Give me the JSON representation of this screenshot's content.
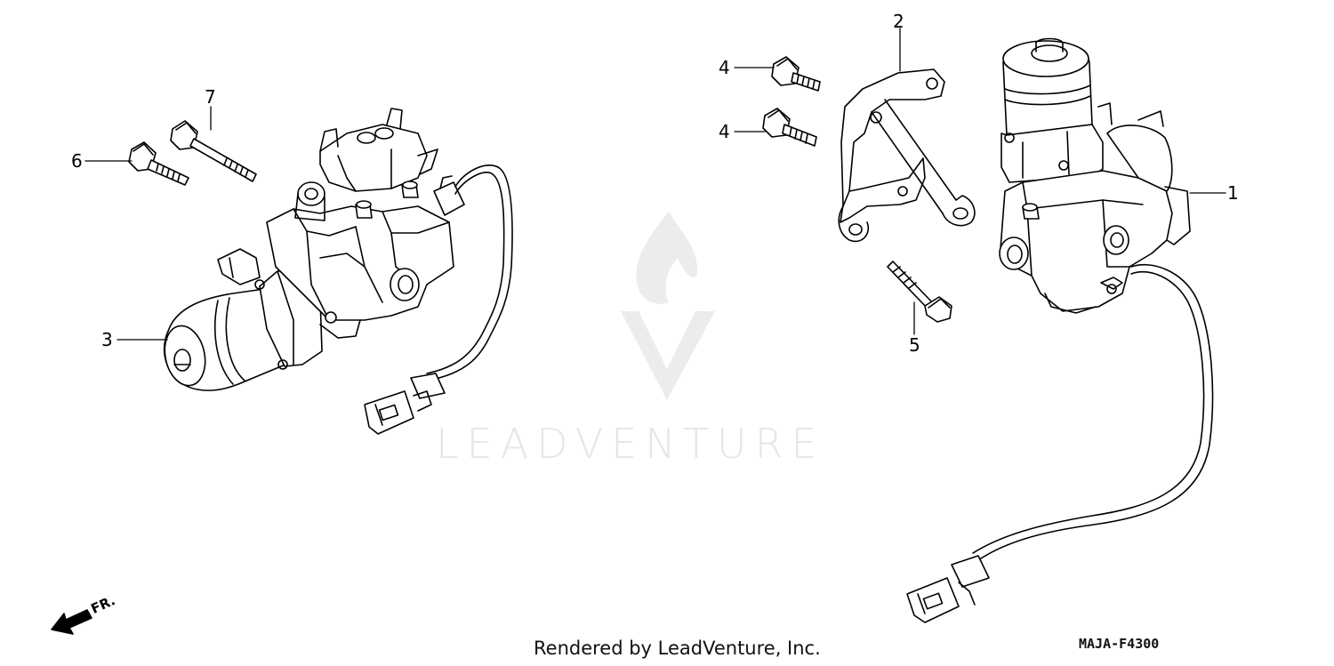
{
  "watermark": {
    "text": "LEADVENTURE"
  },
  "footer": {
    "credit": "Rendered by LeadVenture, Inc.",
    "diagram_code": "MAJA-F4300"
  },
  "direction": {
    "label": "FR."
  },
  "callouts": [
    {
      "id": "1",
      "label": "1"
    },
    {
      "id": "2",
      "label": "2"
    },
    {
      "id": "3",
      "label": "3"
    },
    {
      "id": "4a",
      "label": "4"
    },
    {
      "id": "4b",
      "label": "4"
    },
    {
      "id": "5",
      "label": "5"
    },
    {
      "id": "6",
      "label": "6"
    },
    {
      "id": "7",
      "label": "7"
    }
  ],
  "colors": {
    "line": "#000000",
    "watermark": "#e6e6e6",
    "background": "#ffffff"
  }
}
